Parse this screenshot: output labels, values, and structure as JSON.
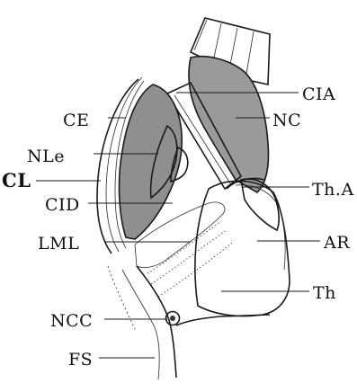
{
  "figure": {
    "labels": {
      "CIA": "CIA",
      "NC": "NC",
      "CE": "CE",
      "NLe": "NLe",
      "CL": "CL",
      "ThA": "Th.A",
      "CID": "CID",
      "AR": "AR",
      "LML": "LML",
      "Th": "Th",
      "NCC": "NCC",
      "FS": "FS"
    }
  }
}
